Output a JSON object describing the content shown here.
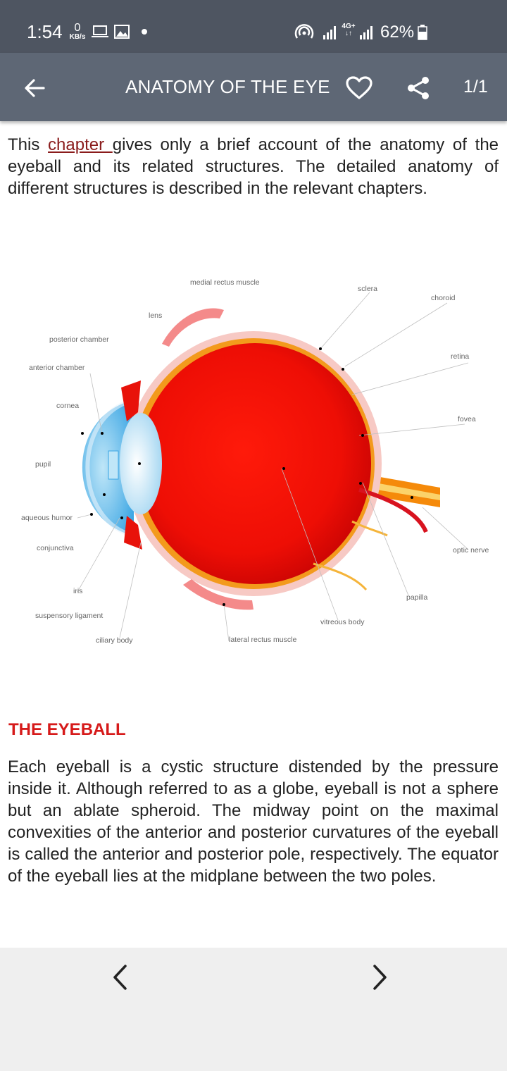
{
  "status_bar": {
    "time": "1:54",
    "kbs_value": "0",
    "kbs_unit": "KB/s",
    "network_type": "4G+",
    "battery": "62%"
  },
  "app_bar": {
    "title": "ANATOMY OF THE EYE",
    "page_count": "1/1"
  },
  "intro": {
    "before_link": "This ",
    "link": "chapter ",
    "after_link": "gives only a brief account of the anatomy of the eyeball and its related structures. The detailed anatomy of different structures is described in the relevant chapters."
  },
  "figure": {
    "labels": {
      "medial_rectus": "medial rectus muscle",
      "sclera": "sclera",
      "choroid": "choroid",
      "lens": "lens",
      "posterior_chamber": "posterior chamber",
      "retina": "retina",
      "anterior_chamber": "anterior chamber",
      "cornea": "cornea",
      "fovea": "fovea",
      "pupil": "pupil",
      "aqueous_humor": "aqueous humor",
      "optic_nerve": "optic nerve",
      "conjunctiva": "conjunctiva",
      "iris": "iris",
      "papilla": "papilla",
      "suspensory_ligament": "suspensory ligament",
      "vitreous_body": "vitreous body",
      "ciliary_body": "ciliary body",
      "lateral_rectus": "lateral rectus muscle"
    }
  },
  "section": {
    "title": "THE EYEBALL",
    "body": "Each eyeball is a cystic structure distended by the pressure inside it. Although referred to as a globe, eyeball is not a sphere but an ablate spheroid. The midway point on the maximal convexities of the anterior and posterior curvatures of the eyeball is called the anterior and posterior pole, respectively. The equator of the eyeball lies at the midplane between the two poles."
  },
  "colors": {
    "status_bar": "#4e5561",
    "app_bar": "#5e6775",
    "section_title": "#d61a1a",
    "link": "#8a1c1c",
    "bottom_bar": "#efefef"
  }
}
